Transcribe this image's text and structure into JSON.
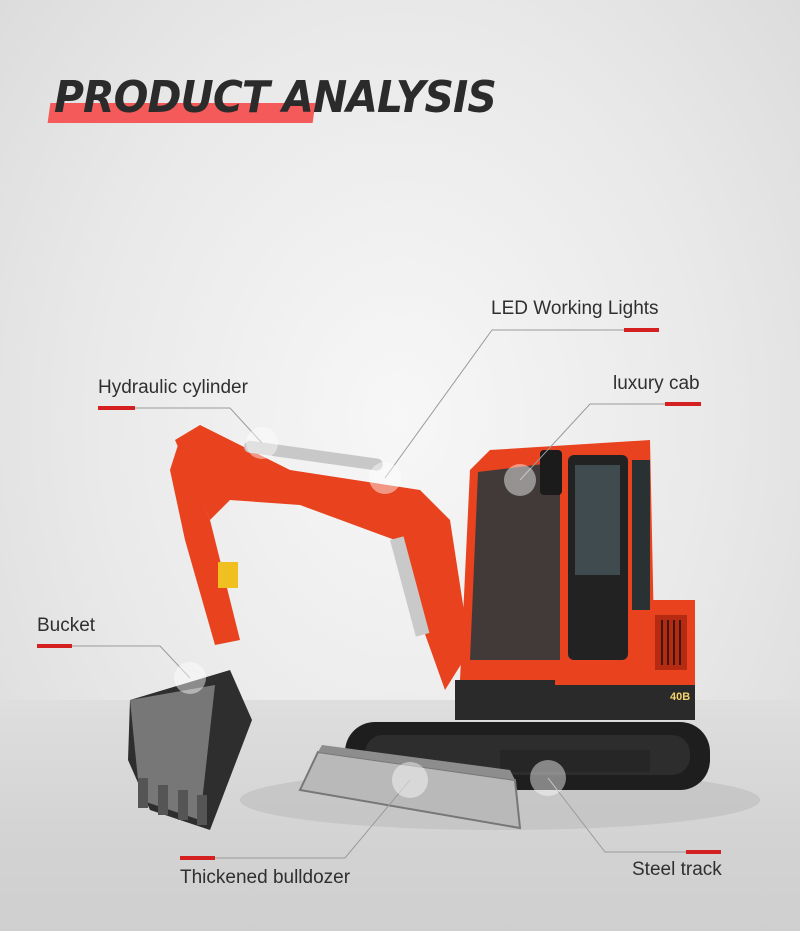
{
  "title": "PRODUCT ANALYSIS",
  "machine_badge": "40B",
  "labels": {
    "led_lights": "LED Working Lights",
    "hydraulic_cylinder": "Hydraulic cylinder",
    "luxury_cab": "luxury cab",
    "bucket": "Bucket",
    "bulldozer": "Thickened bulldozer",
    "steel_track": "Steel track"
  },
  "colors": {
    "accent": "#d42020",
    "machine": "#e8421e",
    "title_bar": "#f45a5a"
  }
}
